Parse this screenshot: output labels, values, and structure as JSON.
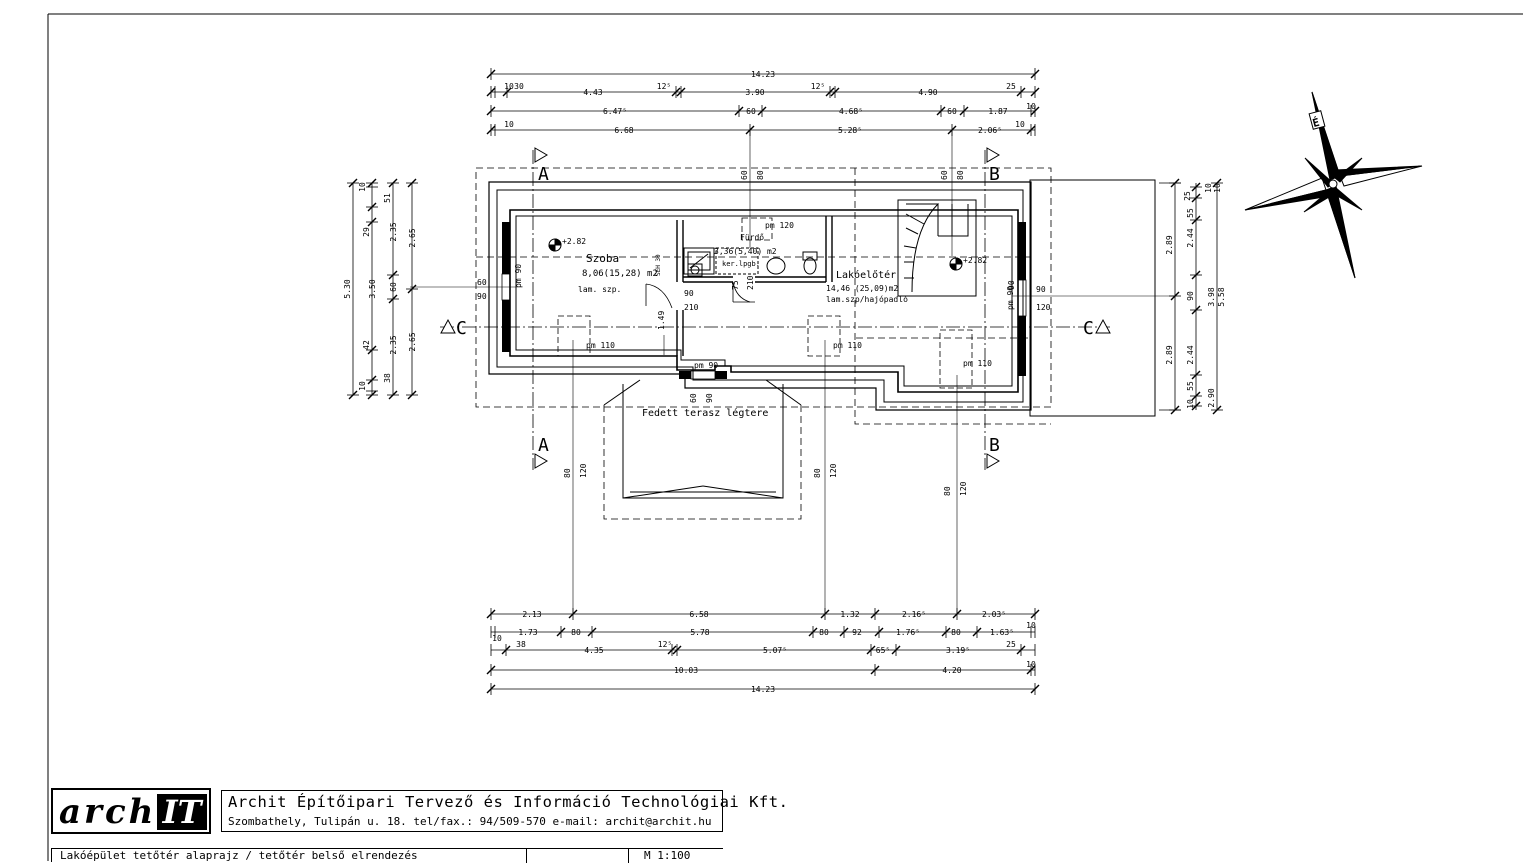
{
  "drawing": {
    "top_dims": {
      "row1": [
        "14.23"
      ],
      "row2": [
        "10",
        "30",
        "4.43",
        "12⁵",
        "3.90",
        "12⁵",
        "4.90",
        "25"
      ],
      "row3": [
        "6.47⁵",
        "60",
        "4.68⁵",
        "60",
        "1.87",
        "10"
      ],
      "row4": [
        "10",
        "6.68",
        "5.28⁵",
        "2.06⁵",
        "10"
      ]
    },
    "bottom_dims": {
      "row1": [
        "2.13",
        "6.58",
        "1.32",
        "2.16⁵",
        "2.03⁵"
      ],
      "row2": [
        "10",
        "1.73",
        "80",
        "5.78",
        "80",
        "92",
        "1.76⁵",
        "80",
        "1.63⁵",
        "10"
      ],
      "row3": [
        "38",
        "4.35",
        "12⁵",
        "5.07⁵",
        "65⁵",
        "3.19⁵",
        "25"
      ],
      "row4": [
        "10.03",
        "4.20",
        "10"
      ],
      "row5": [
        "14.23"
      ]
    },
    "left_dims": [
      "10",
      "51",
      "29",
      "60",
      "42",
      "38",
      "10",
      "2.35",
      "3.50",
      "2.35",
      "2.65",
      "2.65",
      "5.30"
    ],
    "right_dims": [
      "25",
      "10",
      "10",
      "55",
      "2.44",
      "2.89",
      "90",
      "3.98",
      "5.58",
      "2.44",
      "2.89",
      "55",
      "10",
      "2.90"
    ],
    "rooms": [
      {
        "name": "Szoba",
        "area": "8,06(15,28) m2",
        "floor": "lam. szp."
      },
      {
        "name": "Fürdő",
        "area": "3,36(5,40) m2",
        "floor": "ker.lpgb."
      },
      {
        "name": "Lakóelőtér",
        "area": "14,46 (25,09)m2",
        "floor": "lam.szp/hajópadló"
      }
    ],
    "terrace_label": "Fedett terasz légtere",
    "levels": [
      "+2.82",
      "+2.82"
    ],
    "section_marks": [
      "A",
      "A",
      "B",
      "B",
      "C",
      "C"
    ],
    "window_labels": [
      "pm 120",
      "pm 110",
      "pm 110",
      "pm 110",
      "pm 90",
      "pm 90",
      "pm 90"
    ],
    "opening_values": [
      "60",
      "80",
      "60",
      "80",
      "60",
      "90",
      "90",
      "120",
      "60",
      "90",
      "210",
      "1.49",
      "90",
      "75",
      "210",
      "60",
      "90",
      "80",
      "120",
      "80",
      "120",
      "80",
      "120",
      "SEH 30"
    ],
    "compass_label": "É"
  },
  "title_block": {
    "logo_text_1": "arch",
    "logo_text_2": "IT",
    "company_name": "Archit Építőipari Tervező és Információ Technológiai Kft.",
    "company_address": "Szombathely, Tulipán u. 18. tel/fax.: 94/509-570 e-mail: archit@archit.hu",
    "drawing_title": "Lakóépület tetőtér alaprajz / tetőtér belső elrendezés",
    "scale": "M 1:100"
  }
}
